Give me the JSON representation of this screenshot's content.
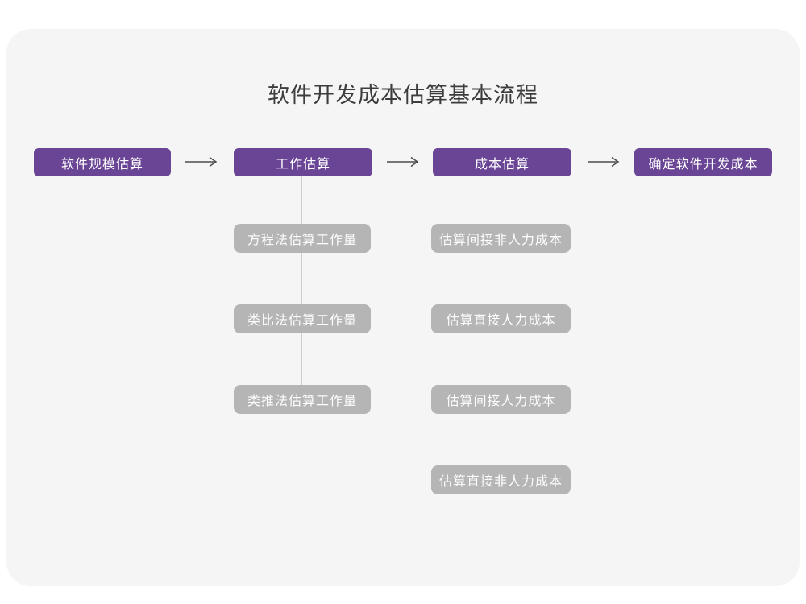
{
  "title": "软件开发成本估算基本流程",
  "colors": {
    "page_bg": "#ffffff",
    "card_bg": "#f5f5f6",
    "stage_bg": "#6a4596",
    "stage_text": "#ffffff",
    "child_bg": "#b5b5b5",
    "child_text": "#fdfdfd",
    "arrow": "#4d4d4d",
    "connector": "#cccccc",
    "title_text": "#3d3d3d"
  },
  "flow": {
    "stages": [
      {
        "label": "软件规模估算",
        "children": []
      },
      {
        "label": "工作估算",
        "children": [
          "方程法估算工作量",
          "类比法估算工作量",
          "类推法估算工作量"
        ]
      },
      {
        "label": "成本估算",
        "children": [
          "估算间接非人力成本",
          "估算直接人力成本",
          "估算间接人力成本",
          "估算直接非人力成本"
        ]
      },
      {
        "label": "确定软件开发成本",
        "children": []
      }
    ]
  }
}
